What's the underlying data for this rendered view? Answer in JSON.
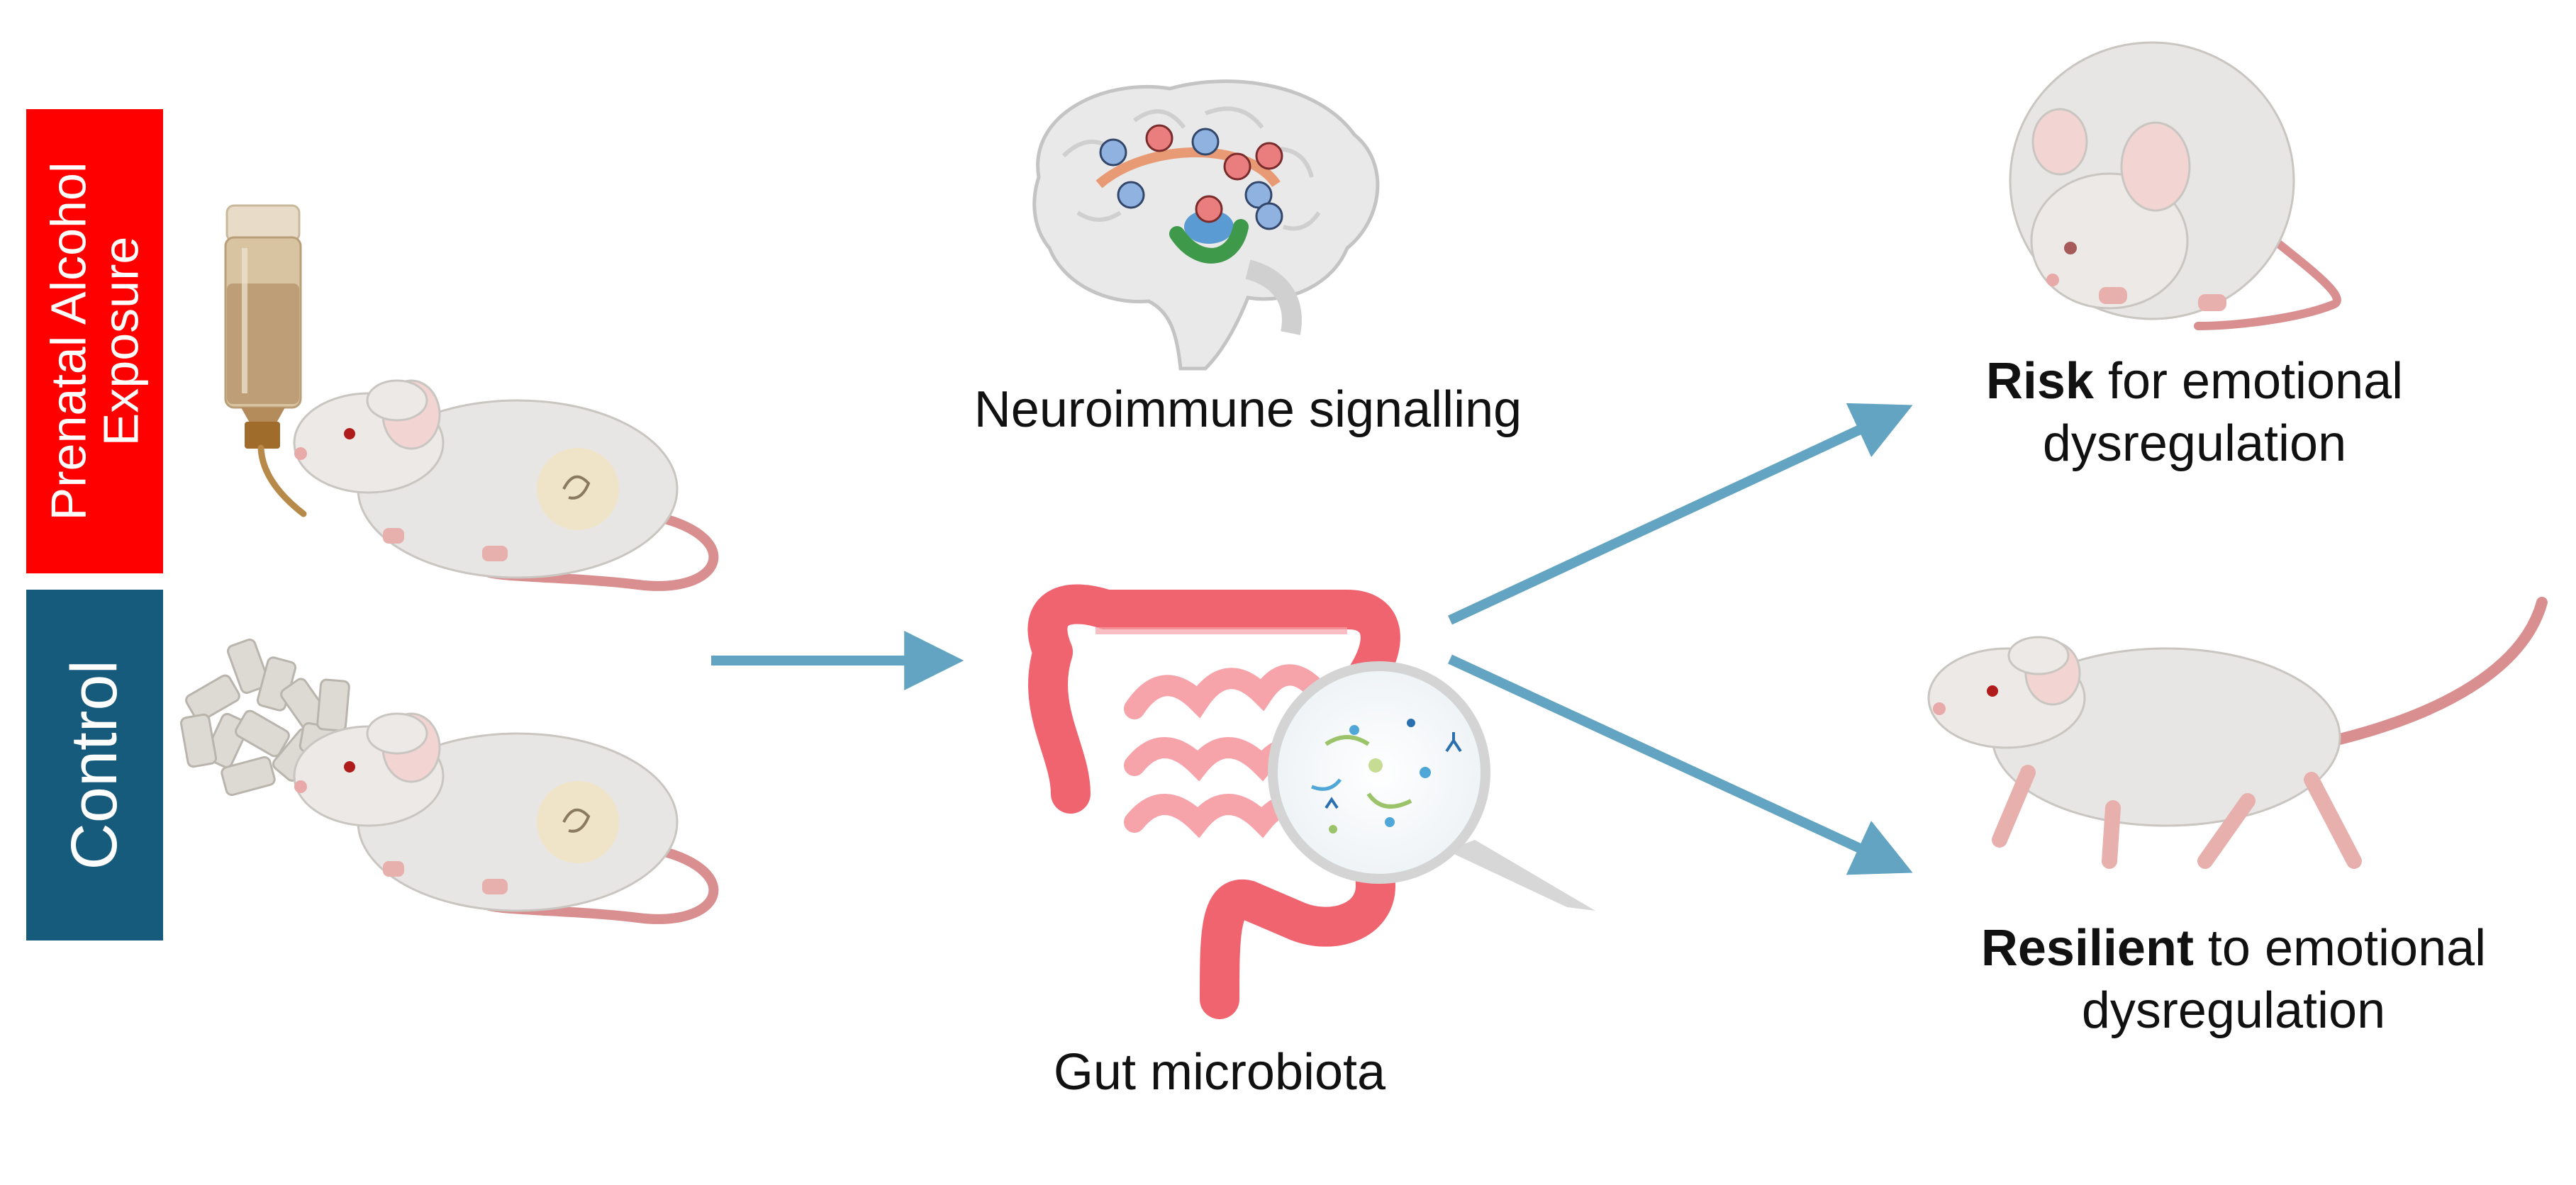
{
  "groups": {
    "pae": {
      "line1": "Prenatal Alcohol",
      "line2": "Exposure",
      "color": "#ff0000"
    },
    "control": {
      "label": "Control",
      "color": "#165a7c"
    }
  },
  "mechanisms": {
    "brain_label": "Neuroimmune signalling",
    "gut_label": "Gut microbiota"
  },
  "outcomes": {
    "risk": {
      "bold": "Risk",
      "rest": " for emotional",
      "line2": "dysregulation"
    },
    "resilient": {
      "bold": "Resilient",
      "rest": " to emotional",
      "line2": "dysregulation"
    }
  },
  "colors": {
    "arrow": "#62a4c2",
    "mouse_body": "#e8e6e4",
    "mouse_tail": "#d98f8f",
    "gut": "#f06470",
    "gut_light": "#f7a3aa"
  }
}
